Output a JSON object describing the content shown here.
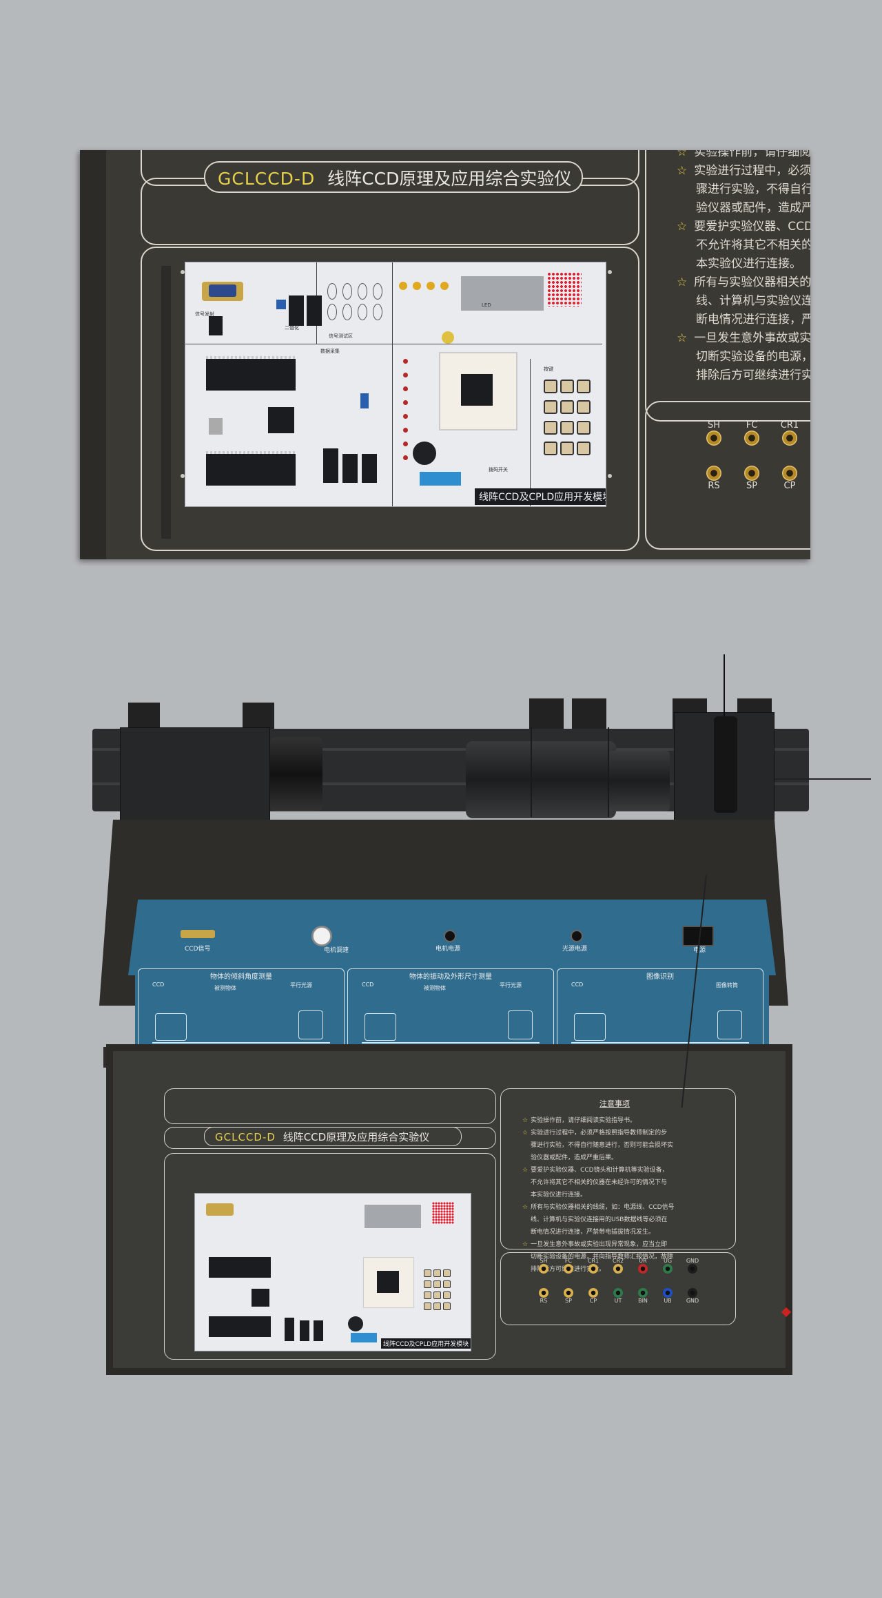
{
  "zoom": {
    "title_code": "GCLCCD-D",
    "title_text": "线阵CCD原理及应用综合实验仪",
    "notes": [
      "实验操作前，请仔细阅",
      "实验进行过程中，必须严",
      "骤进行实验，不得自行",
      "验仪器或配件，造成严",
      "要爱护实验仪器、CCD",
      "不允许将其它不相关的",
      "本实验仪进行连接。",
      "所有与实验仪器相关的",
      "线、计算机与实验仪连",
      "断电情况进行连接，严",
      "一旦发生意外事故或实",
      "切断实验设备的电源，",
      "排除后方可继续进行实"
    ],
    "jacks_top": [
      "SH",
      "FC",
      "CR1"
    ],
    "jacks_bottom": [
      "RS",
      "SP",
      "CP"
    ],
    "pcb_label": "线阵CCD及CPLD应用开发模块",
    "pcb_small_labels": [
      "信号发射",
      "二值化",
      "信号测试区",
      "数据采集",
      "LED",
      "按键",
      "拨码开关"
    ]
  },
  "device": {
    "blue_panel": {
      "ccd_signal": "CCD信号",
      "motor_speed": "电机调速",
      "motor_power": "电机电源",
      "light_power": "光源电源",
      "power": "电源"
    },
    "experiments": [
      {
        "title": "物体的倾斜角度测量",
        "labels": [
          "CCD",
          "被测物体",
          "平行光源"
        ]
      },
      {
        "title": "物体的振动及外形尺寸测量",
        "labels": [
          "CCD",
          "被测物体",
          "平行光源"
        ]
      },
      {
        "title": "图像识别",
        "labels": [
          "CCD",
          "图像转筒"
        ]
      }
    ],
    "title_code": "GCLCCD-D",
    "title_text": "线阵CCD原理及应用综合实验仪",
    "notes_heading": "注意事项",
    "notes": [
      "实验操作前，请仔细阅读实验指导书。",
      "实验进行过程中，必须严格按照指导教师制定的步",
      "骤进行实验，不得自行随意进行，否则可能会损坏实",
      "验仪器或配件，造成严重后果。",
      "要爱护实验仪器、CCD镜头和计算机等实验设备，",
      "不允许将其它不相关的仪器在未经许可的情况下与",
      "本实验仪进行连接。",
      "所有与实验仪器相关的线缆，如：电源线、CCD信号",
      "线、计算机与实验仪连接用的USB数据线等必须在",
      "断电情况进行连接，严禁带电插拔情况发生。",
      "一旦发生意外事故或实验出现异常现象，应当立即",
      "切断实验设备的电源，并向指导教师汇报情况，故障",
      "排除后方可继续进行实验。"
    ],
    "note_star_rows": [
      0,
      1,
      4,
      7,
      10
    ],
    "jacks_top": [
      "SH",
      "FC",
      "CR1",
      "CR2",
      "UR",
      "UG",
      "GND"
    ],
    "jacks_bottom": [
      "RS",
      "SP",
      "CP",
      "UT",
      "BIN",
      "UB",
      "GND"
    ],
    "jack_colors_top": [
      "#d8b050",
      "#d8b050",
      "#d8b050",
      "#d8b050",
      "#c02828",
      "#2f7a4a",
      "#1d1d1d"
    ],
    "jack_colors_bottom": [
      "#d8b050",
      "#d8b050",
      "#d8b050",
      "#2f7a4a",
      "#2f7a4a",
      "#1f4ec0",
      "#1d1d1d"
    ],
    "pcb_label": "线阵CCD及CPLD应用开发模块"
  }
}
